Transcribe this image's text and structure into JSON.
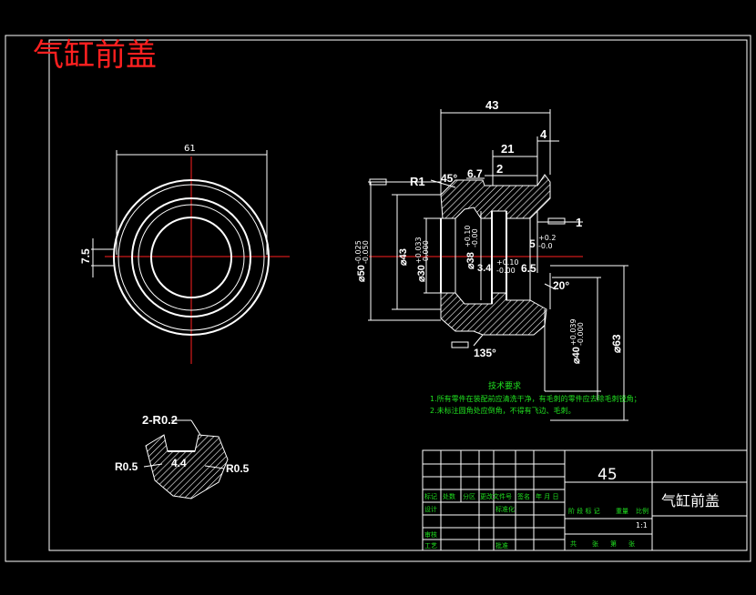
{
  "title": "气缸前盖",
  "colors": {
    "background": "#000000",
    "lines": "#ffffff",
    "title": "#ff2020",
    "center_lines": "#ff2020",
    "notes": "#20e020"
  },
  "front_view": {
    "dim_diameter": "61",
    "dim_keyway": "7.5"
  },
  "section_view": {
    "dims": {
      "length_43": "43",
      "length_21": "21",
      "length_4": "4",
      "length_2": "2",
      "length_6_7": "6.7",
      "radius_r1": "R1",
      "angle_45": "45°",
      "angle_20": "20°",
      "angle_135": "135°",
      "offset_1": "1",
      "groove_6_5": "6.5",
      "d50": "⌀50",
      "d50_tol_upper": "-0.025",
      "d50_tol_lower": "-0.050",
      "d43": "⌀43",
      "d30": "⌀30",
      "d30_tol_upper": "+0.033",
      "d30_tol_lower": "-0.000",
      "d38": "⌀38",
      "d38_tol_upper": "+0.10",
      "d38_tol_lower": "-0.00",
      "w5": "5",
      "w5_tol_upper": "+0.2",
      "w5_tol_lower": "-0.0",
      "w3_4": "3.4",
      "w3_4_tol_upper": "+0.10",
      "w3_4_tol_lower": "-0.00",
      "d40": "⌀40",
      "d40_tol_upper": "+0.039",
      "d40_tol_lower": "-0.000",
      "d63": "⌀63"
    }
  },
  "detail_view": {
    "label_2r": "2-R0.2",
    "label_r_left": "R0.5",
    "label_r_right": "R0.5",
    "width": "4.4"
  },
  "notes": {
    "heading": "技术要求",
    "line1": "1.所有零件在装配前应清洗干净，有毛刺的零件应去除毛刺锐角；",
    "line2": "2.未标注圆角处应倒角，不得有飞边、毛刺。"
  },
  "title_block": {
    "material": "45",
    "part_name": "气缸前盖",
    "scale": "1:1",
    "rows": {
      "biaoji": "标记",
      "chushu": "处数",
      "fenqu": "分区",
      "gengai": "更改文件号",
      "qianming": "签名",
      "riqi": "年 月 日",
      "sheji": "设计",
      "biaozhunhua": "标准化",
      "shenhe": "审核",
      "gongyi": "工艺",
      "pizhun": "批准",
      "jieduan": "阶 段 标 记",
      "zhongliang": "重量",
      "bili": "比例",
      "gong": "共",
      "zhang": "张",
      "di": "第",
      "zhang2": "张"
    }
  }
}
